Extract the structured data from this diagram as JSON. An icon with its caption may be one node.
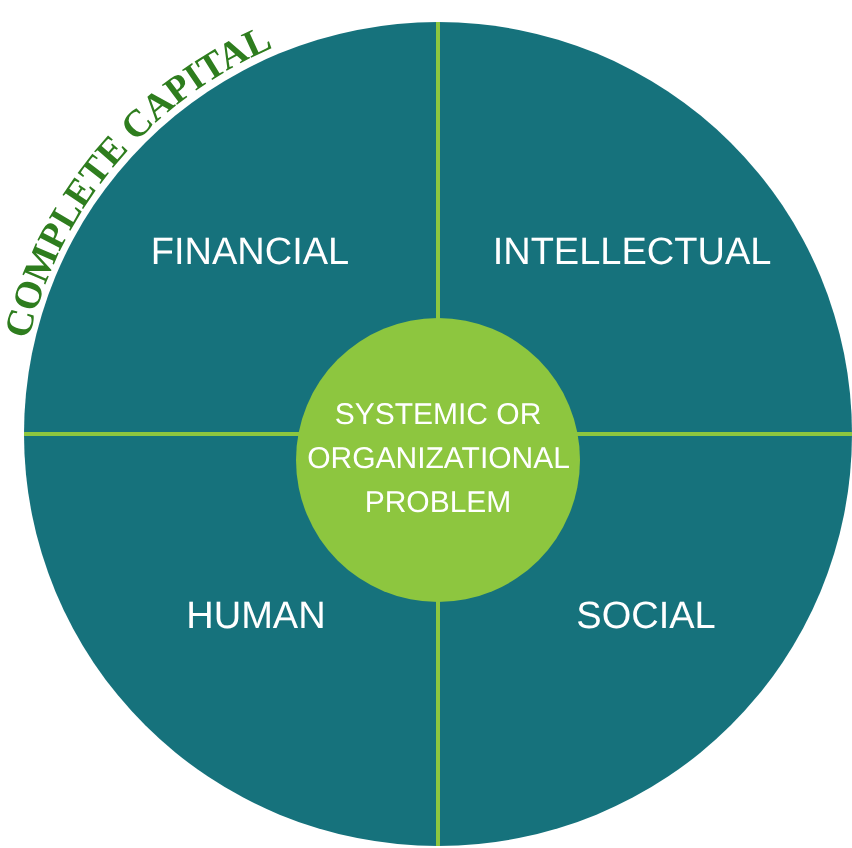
{
  "diagram": {
    "title": "COMPLETE CAPITAL",
    "nodes": [
      {
        "text": [],
        "shape": "circle"
      },
      {
        "text": [
          "FINANCIAL"
        ],
        "in": 0
      },
      {
        "text": [
          "INTELLECTUAL"
        ],
        "in": 0
      },
      {
        "text": [
          "HUMAN"
        ],
        "in": 0
      },
      {
        "text": [
          "SOCIAL"
        ],
        "in": 0
      },
      {
        "text": [
          "SYSTEMIC OR ORGANIZATIONAL PROBLEM"
        ],
        "in": 0
      }
    ]
  }
}
